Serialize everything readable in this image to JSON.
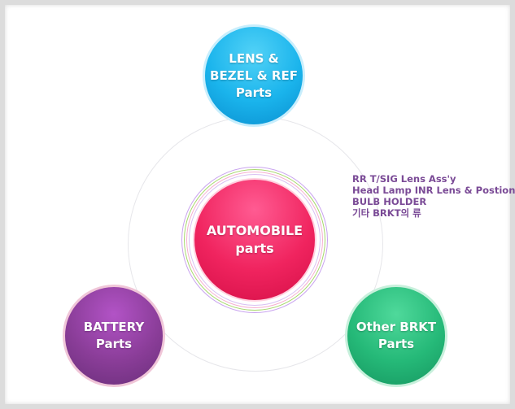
{
  "center": {
    "line1": "AUTOMOBILE",
    "line2": "parts"
  },
  "top": {
    "line1": "LENS &",
    "line2": "BEZEL & REF",
    "line3": "Parts"
  },
  "bottom_left": {
    "line1": "BATTERY",
    "line2": "Parts"
  },
  "bottom_right": {
    "line1": "Other BRKT",
    "line2": "Parts"
  },
  "notes": [
    "RR  T/SIG Lens Ass'y",
    "Head Lamp INR Lens & Postion",
    "BULB HOLDER",
    "기타 BRKT의 류"
  ],
  "colors": {
    "top": "#1ab4ec",
    "center": "#f0245f",
    "bottom_left": "#8a3d98",
    "bottom_right": "#25b978",
    "notes_text": "#7a4a96"
  }
}
